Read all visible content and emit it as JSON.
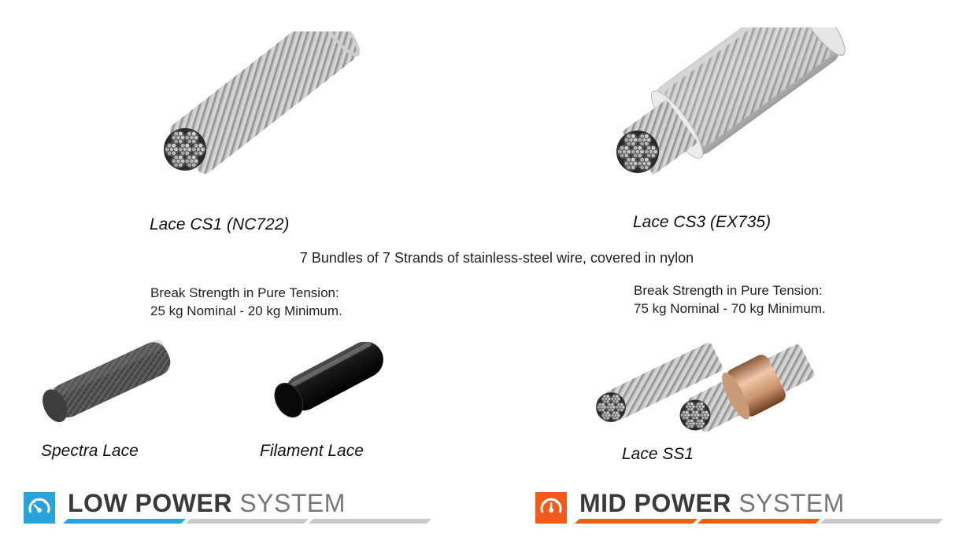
{
  "products": {
    "cs1": {
      "label": "Lace CS1 (NC722)",
      "break_title": "Break Strength in Pure Tension:",
      "break_value": "25 kg Nominal - 20 kg Minimum."
    },
    "cs3": {
      "label": "Lace CS3 (EX735)",
      "break_title": "Break Strength in Pure Tension:",
      "break_value": "75 kg Nominal - 70 kg Minimum."
    },
    "spectra": {
      "label": "Spectra Lace"
    },
    "filament": {
      "label": "Filament Lace"
    },
    "ss1": {
      "label": "Lace SS1"
    }
  },
  "description": "7 Bundles of 7 Strands of stainless-steel wire, covered in nylon",
  "systems": {
    "low": {
      "bold": "LOW POWER",
      "light": "SYSTEM",
      "color": "#29a3d9"
    },
    "mid": {
      "bold": "MID POWER",
      "light": "SYSTEM",
      "color": "#f05a1a"
    }
  }
}
